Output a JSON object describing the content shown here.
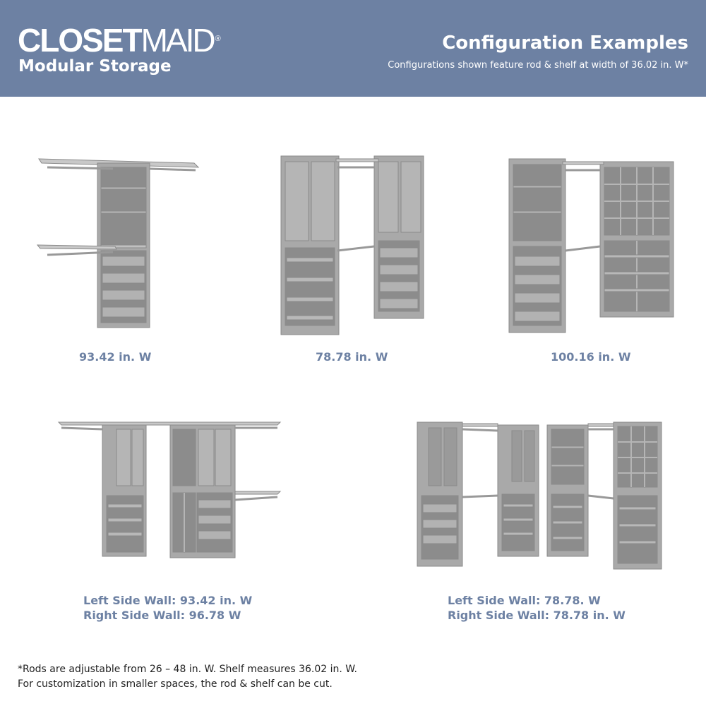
{
  "header": {
    "brand_bold": "CLOSET",
    "brand_light": "MAID",
    "brand_mark": "®",
    "subbrand": "Modular Storage",
    "title": "Configuration Examples",
    "subtitle": "Configurations shown feature rod & shelf at width of 36.02 in. W*"
  },
  "configs": [
    {
      "label": "93.42 in. W"
    },
    {
      "label": "78.78 in. W"
    },
    {
      "label": "100.16 in. W"
    },
    {
      "line1": "Left Side Wall: 93.42 in. W",
      "line2": "Right Side Wall: 96.78 W"
    },
    {
      "line1": "Left Side Wall: 78.78. W",
      "line2": "Right Side Wall: 78.78 in. W"
    }
  ],
  "footnote": {
    "line1": "*Rods are adjustable from 26 – 48 in. W. Shelf measures 36.02 in. W.",
    "line2": "For customization in smaller spaces, the rod & shelf can be cut."
  },
  "colors": {
    "header_bg": "#6d81a3",
    "caption": "#6d81a3",
    "unit": "#a9a9a9"
  }
}
